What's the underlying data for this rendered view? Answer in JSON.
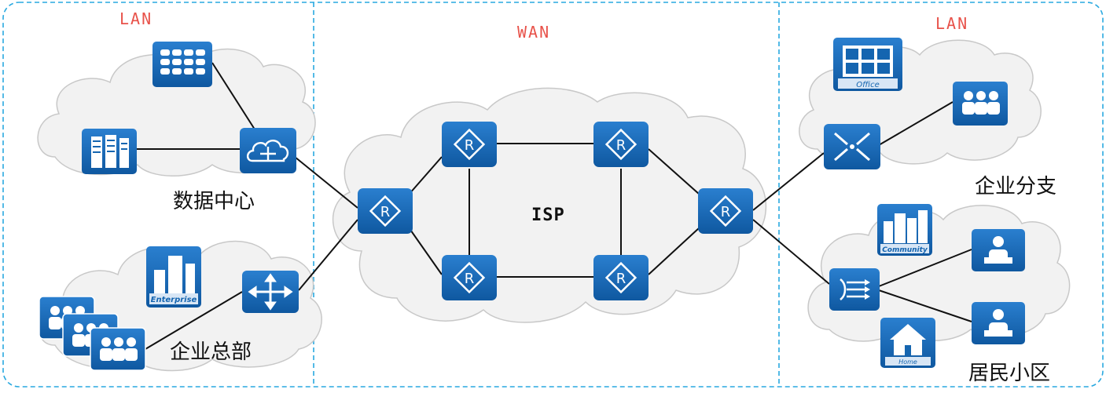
{
  "zones": {
    "left_lan": "LAN",
    "wan": "WAN",
    "right_lan": "LAN"
  },
  "sites": {
    "data_center": "数据中心",
    "headquarters": "企业总部",
    "branch": "企业分支",
    "residential": "居民小区",
    "isp": "ISP"
  },
  "badges": {
    "enterprise": "Enterprise",
    "office": "Office",
    "community": "Community",
    "home": "Home"
  },
  "colors": {
    "device_blue": "#1565b0",
    "zone_border": "#29a9e0",
    "zone_label": "#e8524a",
    "cloud_fill": "#f2f2f2",
    "cloud_stroke": "#c8c8c8",
    "link": "#111111"
  },
  "icons": {
    "storage": "storage-array-icon",
    "server": "server-rack-icon",
    "dc_switch": "cloud-switch-icon",
    "hq_switch": "layer3-switch-icon",
    "router": "router-icon",
    "branch_router": "branch-router-icon",
    "firewall": "firewall-icon",
    "user_group": "user-group-icon",
    "user": "user-icon"
  }
}
